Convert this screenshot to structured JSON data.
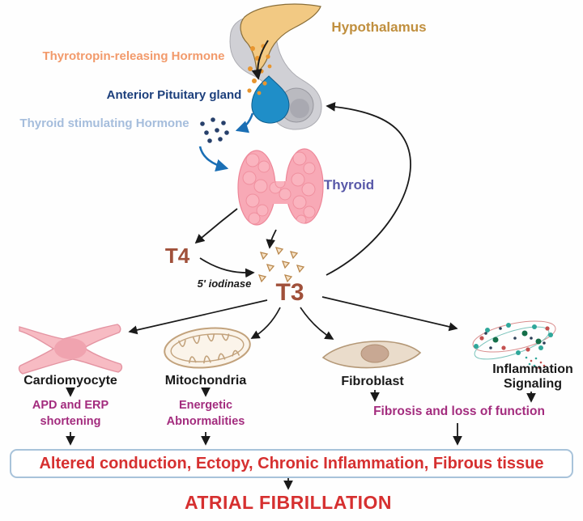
{
  "diagram": {
    "axis": {
      "hypothalamus_label": "Hypothalamus",
      "trh_label": "Thyrotropin-releasing Hormone",
      "pituitary_label": "Anterior Pituitary gland",
      "tsh_label": "Thyroid stimulating Hormone",
      "thyroid_label": "Thyroid",
      "t4_label": "T4",
      "enzyme_label": "5' iodinase",
      "t3_label": "T3"
    },
    "cells": {
      "cardiomyocyte": {
        "label": "Cardiomyocyte"
      },
      "mitochondria": {
        "label": "Mitochondria"
      },
      "fibroblast": {
        "label": "Fibroblast"
      },
      "inflammation": {
        "label_line1": "Inflammation",
        "label_line2": "Signaling"
      }
    },
    "effects": {
      "cardiomyocyte_line1": "APD and ERP",
      "cardiomyocyte_line2": "shortening",
      "mitochondria_line1": "Energetic",
      "mitochondria_line2": "Abnormalities",
      "fibrosis": "Fibrosis and loss of function"
    },
    "outcome_box_text": "Altered conduction, Ectopy, Chronic Inflammation, Fibrous tissue",
    "final_outcome": "ATRIAL FIBRILLATION"
  },
  "colors": {
    "hypothalamus_label": "#C08F3E",
    "trh_label": "#F29A6B",
    "pituitary_label": "#1C3F7C",
    "tsh_label": "#A5BDDC",
    "thyroid_label": "#5858A8",
    "t_hormones": "#A0503A",
    "effect_text": "#A32C7E",
    "alert_text": "#D63030",
    "outcome_box_border": "#A8C3DA",
    "arrow_black": "#1a1a1a",
    "arrow_blue": "#1A6FB5",
    "thyroid_gland": "#F8A9B6",
    "cardiomyocyte_cell": "#F7BBC3",
    "mitochondria_outline": "#C2A27C",
    "fibroblast_cell": "#EADCCB"
  }
}
